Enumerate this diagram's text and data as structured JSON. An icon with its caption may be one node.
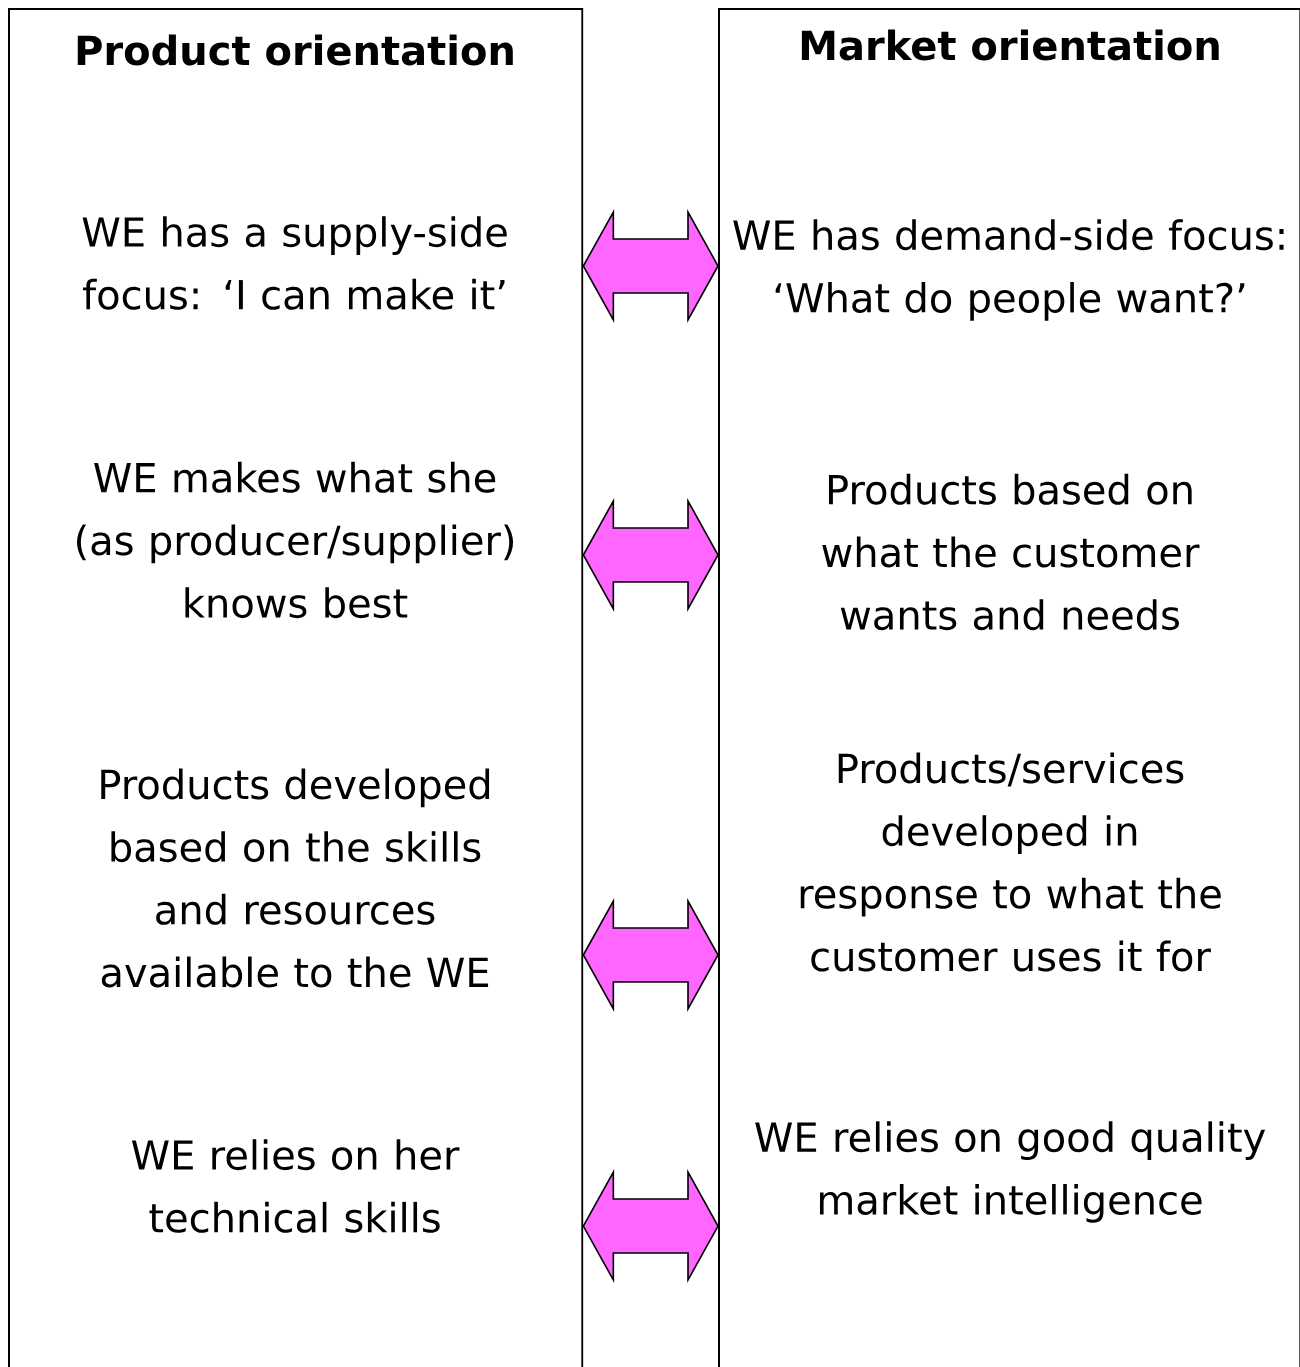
{
  "diagram": {
    "nodes": [
      {
        "text": [
          "Product orientation",
          "WE has a supply-side focus: ‘I can make it’",
          "WE makes what she (as producer/supplier) knows best",
          "Products developed based on the skills and resources available to the WE",
          "WE relies on her technical skills"
        ]
      },
      {
        "text": [
          "Market orientation",
          "WE has demand-side focus: ‘What do people want?’",
          "Products based on what the customer wants and needs",
          "Products/services developed in response to what the customer uses it for",
          "WE relies on good quality market intelligence"
        ]
      }
    ],
    "edges": [
      {
        "from": 0,
        "to": 1,
        "arrow": "both"
      },
      {
        "from": 0,
        "to": 1,
        "arrow": "both"
      },
      {
        "from": 0,
        "to": 1,
        "arrow": "both"
      },
      {
        "from": 0,
        "to": 1,
        "arrow": "both"
      }
    ]
  }
}
